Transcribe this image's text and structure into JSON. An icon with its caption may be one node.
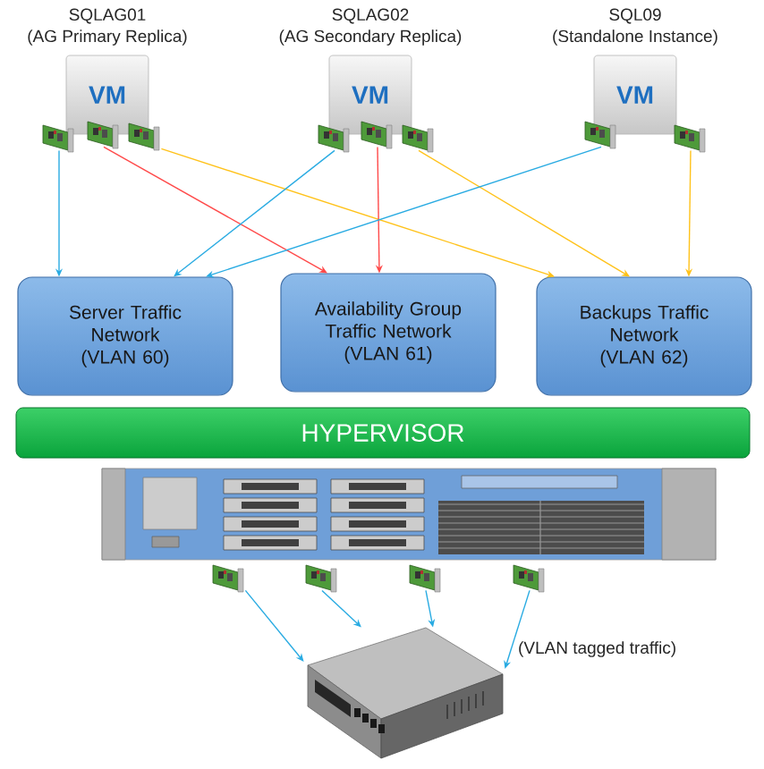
{
  "diagram": {
    "nodes": [
      {
        "text": [
          "SQLAG01",
          "(AG Primary Replica)",
          "VM"
        ]
      },
      {
        "text": [
          "SQLAG02",
          "(AG Secondary Replica)",
          "VM"
        ]
      },
      {
        "text": [
          "SQL09",
          "(Standalone Instance)",
          "VM"
        ]
      },
      {
        "text": [],
        "shape": "picture"
      },
      {
        "text": [],
        "shape": "picture"
      },
      {
        "text": [],
        "shape": "picture"
      },
      {
        "text": [],
        "shape": "picture"
      },
      {
        "text": [],
        "shape": "picture"
      },
      {
        "text": [],
        "shape": "picture"
      },
      {
        "text": [],
        "shape": "picture"
      },
      {
        "text": [],
        "shape": "picture"
      },
      {
        "text": [
          "Server Traffic Network (VLAN 60)"
        ]
      },
      {
        "text": [
          "Availability Group Traffic Network (VLAN 61)"
        ]
      },
      {
        "text": [
          "Backups Traffic Network (VLAN 62)"
        ]
      },
      {
        "text": [
          "HYPERVISOR"
        ]
      },
      {
        "text": [],
        "shape": "picture"
      },
      {
        "text": [],
        "shape": "picture"
      },
      {
        "text": [],
        "shape": "picture"
      },
      {
        "text": [],
        "shape": "picture"
      },
      {
        "text": [],
        "shape": "picture"
      }
    ],
    "edges": [
      {
        "from": 3,
        "to": 11,
        "arrow": "to"
      },
      {
        "from": 4,
        "to": 12,
        "arrow": "to",
        "color": "#ff4a4a"
      },
      {
        "from": 5,
        "to": 13,
        "arrow": "to",
        "color": "#ffc21a"
      },
      {
        "from": 6,
        "to": 11,
        "arrow": "to"
      },
      {
        "from": 7,
        "to": 12,
        "arrow": "to",
        "color": "#ff4a4a"
      },
      {
        "from": 8,
        "to": 13,
        "arrow": "to",
        "color": "#ffc21a"
      },
      {
        "from": 9,
        "to": 11,
        "arrow": "to"
      },
      {
        "from": 10,
        "to": 13,
        "arrow": "to",
        "color": "#ffc21a"
      },
      {
        "from": 15,
        "to": 19,
        "arrow": "to"
      },
      {
        "from": 16,
        "to": 19,
        "arrow": "to"
      },
      {
        "from": 17,
        "to": 19,
        "arrow": "to"
      },
      {
        "from": 18,
        "to": 19,
        "arrow": "to"
      }
    ],
    "labels": [
      "(VLAN tagged traffic)"
    ]
  }
}
